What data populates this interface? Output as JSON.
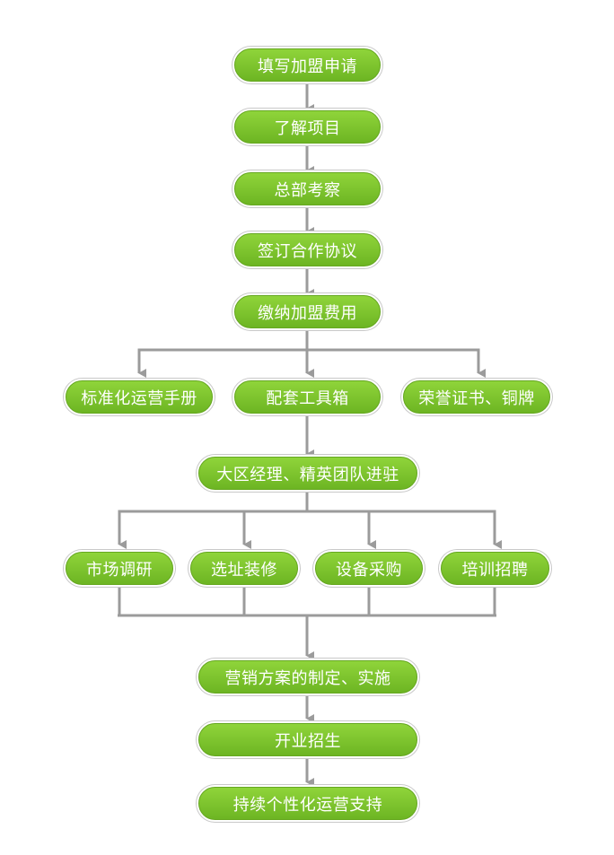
{
  "colors": {
    "node_fill_top": "#8fd43a",
    "node_fill_bottom": "#6db523",
    "node_text": "#ffffff",
    "connector": "#9b9b9b"
  },
  "steps": {
    "apply": "填写加盟申请",
    "learn_project": "了解项目",
    "hq_inspection": "总部考察",
    "sign_agreement": "签订合作协议",
    "pay_fee": "缴纳加盟费用",
    "std_manual": "标准化运营手册",
    "toolbox": "配套工具箱",
    "honor_cert": "荣誉证书、铜牌",
    "manager_team": "大区经理、精英团队进驻",
    "market_research": "市场调研",
    "site_decoration": "选址装修",
    "equipment_purchase": "设备采购",
    "training_hiring": "培训招聘",
    "marketing_plan": "营销方案的制定、实施",
    "opening_recruit": "开业招生",
    "ongoing_support": "持续个性化运营支持"
  }
}
